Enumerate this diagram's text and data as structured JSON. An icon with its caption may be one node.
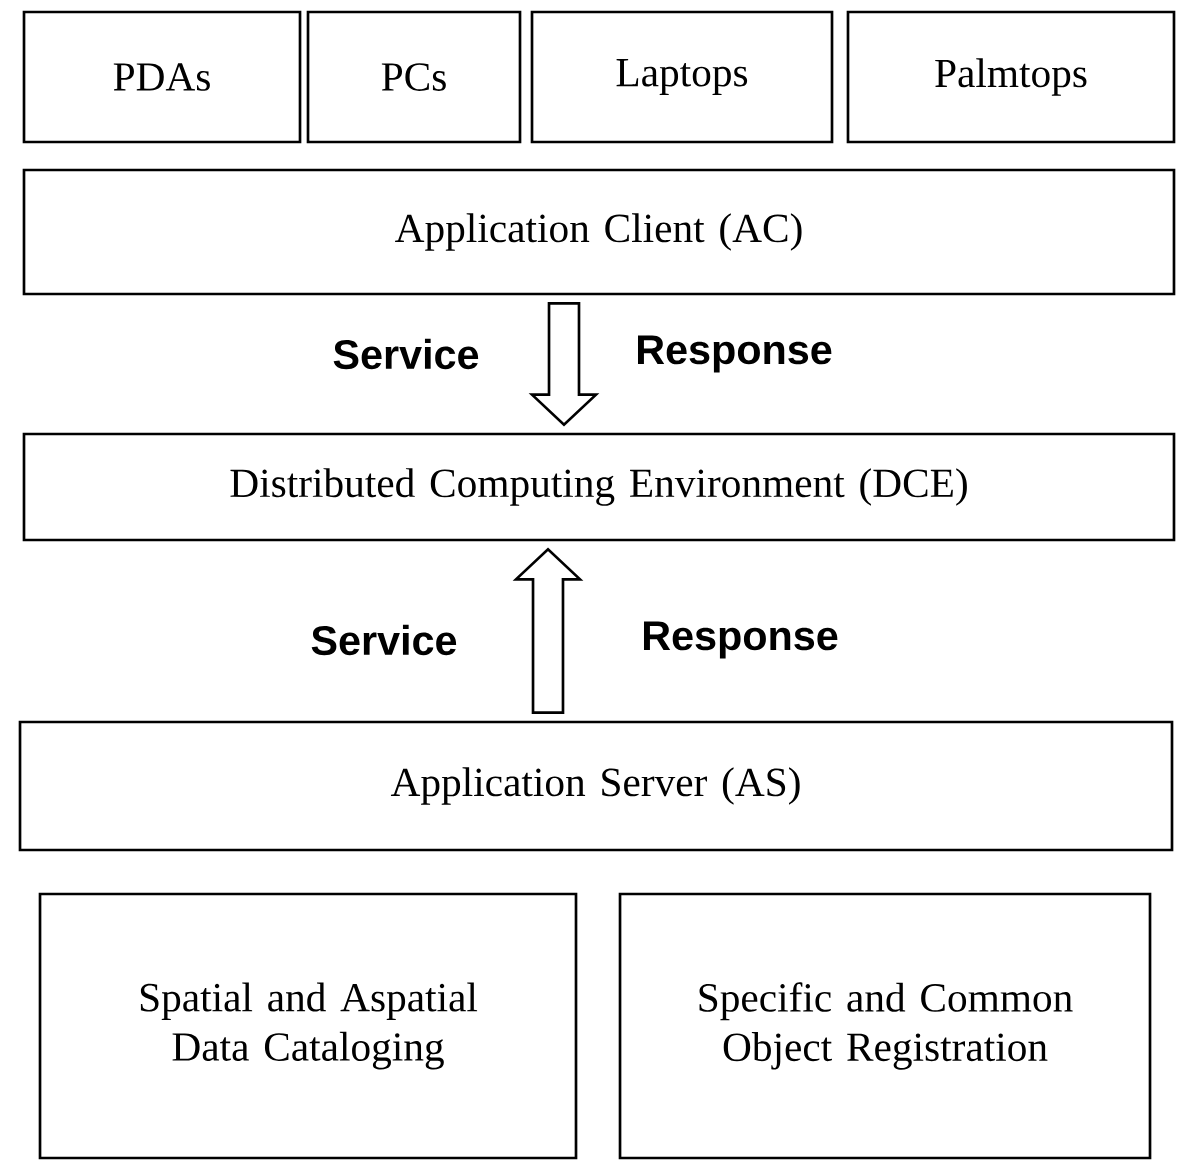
{
  "diagram": {
    "nodes": [
      {
        "text": [
          "PDAs"
        ]
      },
      {
        "text": [
          "PCs"
        ]
      },
      {
        "text": [
          "Laptops"
        ]
      },
      {
        "text": [
          "Palmtops"
        ]
      },
      {
        "text": [
          "Application Client (AC)"
        ]
      },
      {
        "text": [
          "Distributed Computing Environment (DCE)"
        ]
      },
      {
        "text": [
          "Application Server (AS)"
        ]
      },
      {
        "text": [
          "Spatial and Aspatial Data Cataloging"
        ]
      },
      {
        "text": [
          "Specific and Common Object Registration"
        ]
      }
    ],
    "edges": [
      {
        "from": 4,
        "to": 5,
        "arrow": "to"
      },
      {
        "from": 6,
        "to": 5,
        "arrow": "to"
      }
    ],
    "labels": [
      "Service",
      "Response",
      "Service",
      "Response"
    ]
  }
}
